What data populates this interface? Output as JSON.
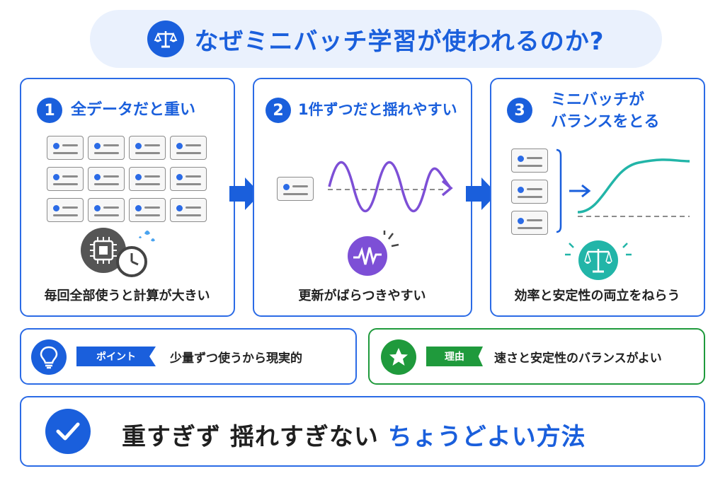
{
  "title": {
    "text": "なぜミニバッチ学習が使われるのか?",
    "icon": "scales-icon"
  },
  "panels": [
    {
      "number": "1",
      "title": "全データだと重い",
      "caption": "毎回全部使うと計算が大きい"
    },
    {
      "number": "2",
      "title": "1件ずつだと揺れやすい",
      "caption": "更新がばらつきやすい"
    },
    {
      "number": "3",
      "title_line1": "ミニバッチが",
      "title_line2": "バランスをとる",
      "caption": "効率と安定性の両立をねらう"
    }
  ],
  "point": {
    "tag": "ポイント",
    "text": "少量ずつ使うから現実的",
    "icon": "lightbulb-icon"
  },
  "reason": {
    "tag": "理由",
    "text": "速さと安定性のバランスがよい",
    "icon": "star-icon"
  },
  "conclusion": {
    "text_main": "重すぎず 揺れすぎない ",
    "text_accent": "ちょうどよい方法",
    "icon": "check-icon"
  },
  "colors": {
    "blue": "#1a5fdc",
    "purple": "#7d4fd6",
    "teal": "#22b5a8",
    "green": "#1f9a3c",
    "gray": "#555555"
  }
}
